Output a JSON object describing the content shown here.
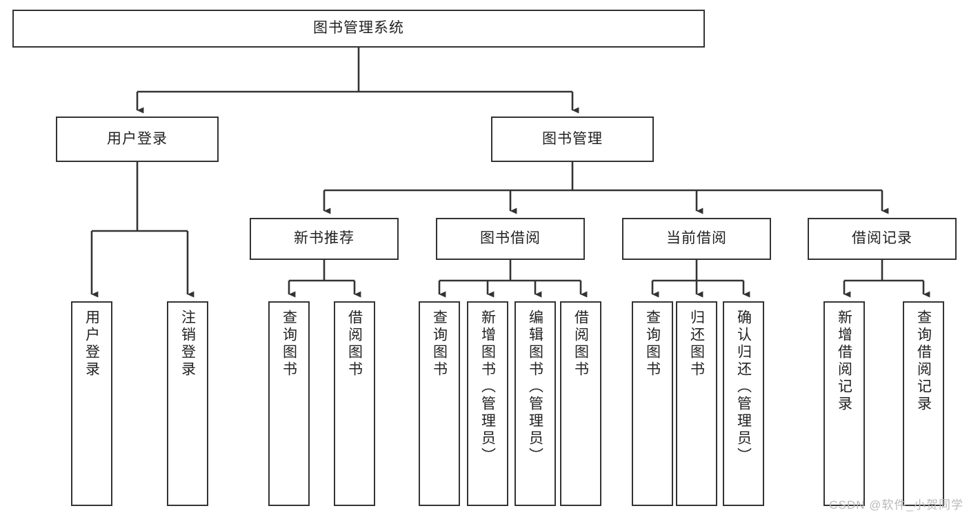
{
  "diagram": {
    "type": "tree-hierarchy-chart",
    "title": "图书管理系统",
    "watermark": "CSDN @软件_小贺同学",
    "colors": {
      "box_border": "#333333",
      "box_fill": "#ffffff",
      "edge": "#333333",
      "text": "#222222",
      "watermark": "#b9b9b9"
    },
    "nodes": {
      "root": {
        "label": "图书管理系统",
        "orientation": "horizontal"
      },
      "level2": [
        {
          "id": "user-login",
          "label": "用户登录",
          "orientation": "horizontal"
        },
        {
          "id": "book-manage",
          "label": "图书管理",
          "orientation": "horizontal"
        }
      ],
      "level3": [
        {
          "id": "new-book-recommend",
          "label": "新书推荐",
          "orientation": "horizontal"
        },
        {
          "id": "book-borrow",
          "label": "图书借阅",
          "orientation": "horizontal"
        },
        {
          "id": "current-borrow",
          "label": "当前借阅",
          "orientation": "horizontal"
        },
        {
          "id": "borrow-record",
          "label": "借阅记录",
          "orientation": "horizontal"
        }
      ],
      "leaves": [
        {
          "id": "leaf-user-login",
          "label": "用户登录",
          "parent": "user-login"
        },
        {
          "id": "leaf-user-logout",
          "label": "注销登录",
          "parent": "user-login"
        },
        {
          "id": "leaf-query-book-1",
          "label": "查询图书",
          "parent": "new-book-recommend"
        },
        {
          "id": "leaf-borrow-book-1",
          "label": "借阅图书",
          "parent": "new-book-recommend"
        },
        {
          "id": "leaf-query-book-2",
          "label": "查询图书",
          "parent": "book-borrow"
        },
        {
          "id": "leaf-add-book",
          "label": "新增图书（管理员）",
          "parent": "book-borrow"
        },
        {
          "id": "leaf-edit-book",
          "label": "编辑图书（管理员）",
          "parent": "book-borrow"
        },
        {
          "id": "leaf-borrow-book-2",
          "label": "借阅图书",
          "parent": "book-borrow"
        },
        {
          "id": "leaf-query-book-3",
          "label": "查询图书",
          "parent": "current-borrow"
        },
        {
          "id": "leaf-return-book",
          "label": "归还图书",
          "parent": "current-borrow"
        },
        {
          "id": "leaf-confirm-return",
          "label": "确认归还（管理员）",
          "parent": "current-borrow"
        },
        {
          "id": "leaf-add-record",
          "label": "新增借阅记录",
          "parent": "borrow-record"
        },
        {
          "id": "leaf-query-record",
          "label": "查询借阅记录",
          "parent": "borrow-record"
        }
      ]
    }
  }
}
